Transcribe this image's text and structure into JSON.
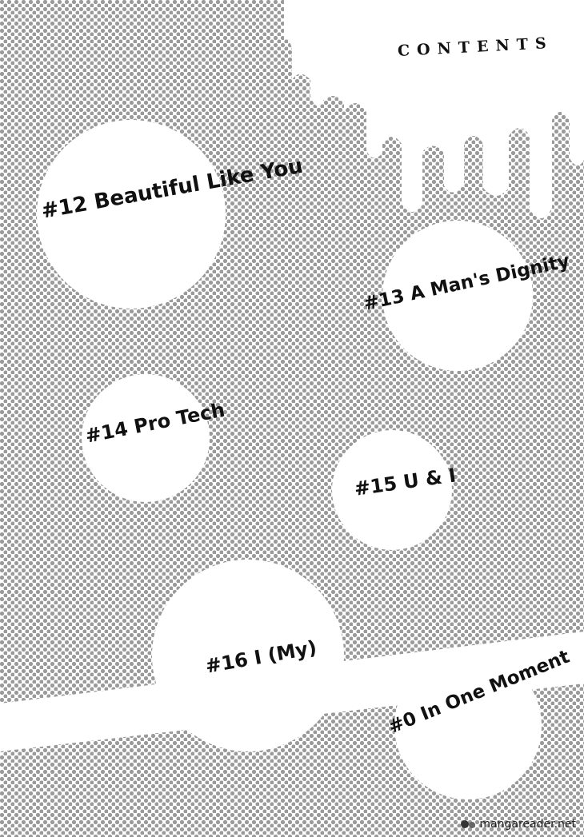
{
  "page": {
    "heading": "CONTENTS",
    "chapters": [
      {
        "label": "#12 Beautiful Like You"
      },
      {
        "label": "#13 A Man's Dignity"
      },
      {
        "label": "#14 Pro Tech"
      },
      {
        "label": "#15 U & I"
      },
      {
        "label": "#16 I (My)"
      },
      {
        "label": "#0 In One Moment"
      }
    ],
    "watermark": "mangareader.net"
  },
  "colors": {
    "halftone_dot": "#9a9a9a",
    "paper": "#ffffff",
    "ink": "#111111"
  }
}
